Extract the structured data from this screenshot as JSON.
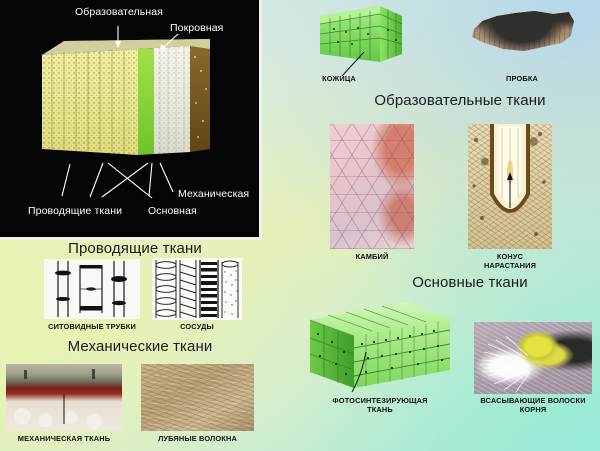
{
  "slide": {
    "background_colors": {
      "top_right": "#b2d6ec",
      "mid_left": "#e9f3b0",
      "bottom_right": "#96ebd7",
      "panel_black": "#050505"
    }
  },
  "diagram_panel": {
    "name": "stem-cross-section-diagram",
    "labels": [
      {
        "id": "obrazovatelnaya",
        "text": "Образовательная"
      },
      {
        "id": "pokrovnaya",
        "text": "Покровная"
      },
      {
        "id": "mehanicheskaya",
        "text": "Механическая"
      },
      {
        "id": "osnovnaya",
        "text": "Основная"
      },
      {
        "id": "provodyashchie",
        "text": "Проводящие ткани"
      }
    ]
  },
  "sections": [
    {
      "id": "provodyashchie-tkani",
      "heading": "Проводящие ткани",
      "figures": [
        {
          "id": "sitovidnye-trubki",
          "caption": "СИТОВИДНЫЕ ТРУБКИ"
        },
        {
          "id": "sosudy",
          "caption": "СОСУДЫ"
        }
      ]
    },
    {
      "id": "mehanicheskie-tkani",
      "heading": "Механические ткани",
      "figures": [
        {
          "id": "mehanicheskaya-tkan",
          "caption": "МЕХАНИЧЕСКАЯ ТКАНЬ"
        },
        {
          "id": "lubyanye-volokna",
          "caption": "ЛУБЯНЫЕ ВОЛОКНА"
        }
      ]
    },
    {
      "id": "obrazovatelnye-tkani",
      "heading": "Образовательные ткани",
      "figures": [
        {
          "id": "kozhica",
          "caption": "КОЖИЦА"
        },
        {
          "id": "probka",
          "caption": "ПРОБКА"
        },
        {
          "id": "kambiy",
          "caption": "КАМБИЙ"
        },
        {
          "id": "konus-narastaniya",
          "caption": "КОНУС\nНАРАСТАНИЯ"
        }
      ]
    },
    {
      "id": "osnovnye-tkani",
      "heading": "Основные ткани",
      "figures": [
        {
          "id": "fotosinteziruyushchaya-tkan",
          "caption": "ФОТОСИНТЕЗИРУЮЩАЯ\nТКАНЬ"
        },
        {
          "id": "vsasyvayushchie-voloski-kornya",
          "caption": "ВСАСЫВАЮЩИЕ ВОЛОСКИ\nКОРНЯ"
        }
      ]
    }
  ]
}
